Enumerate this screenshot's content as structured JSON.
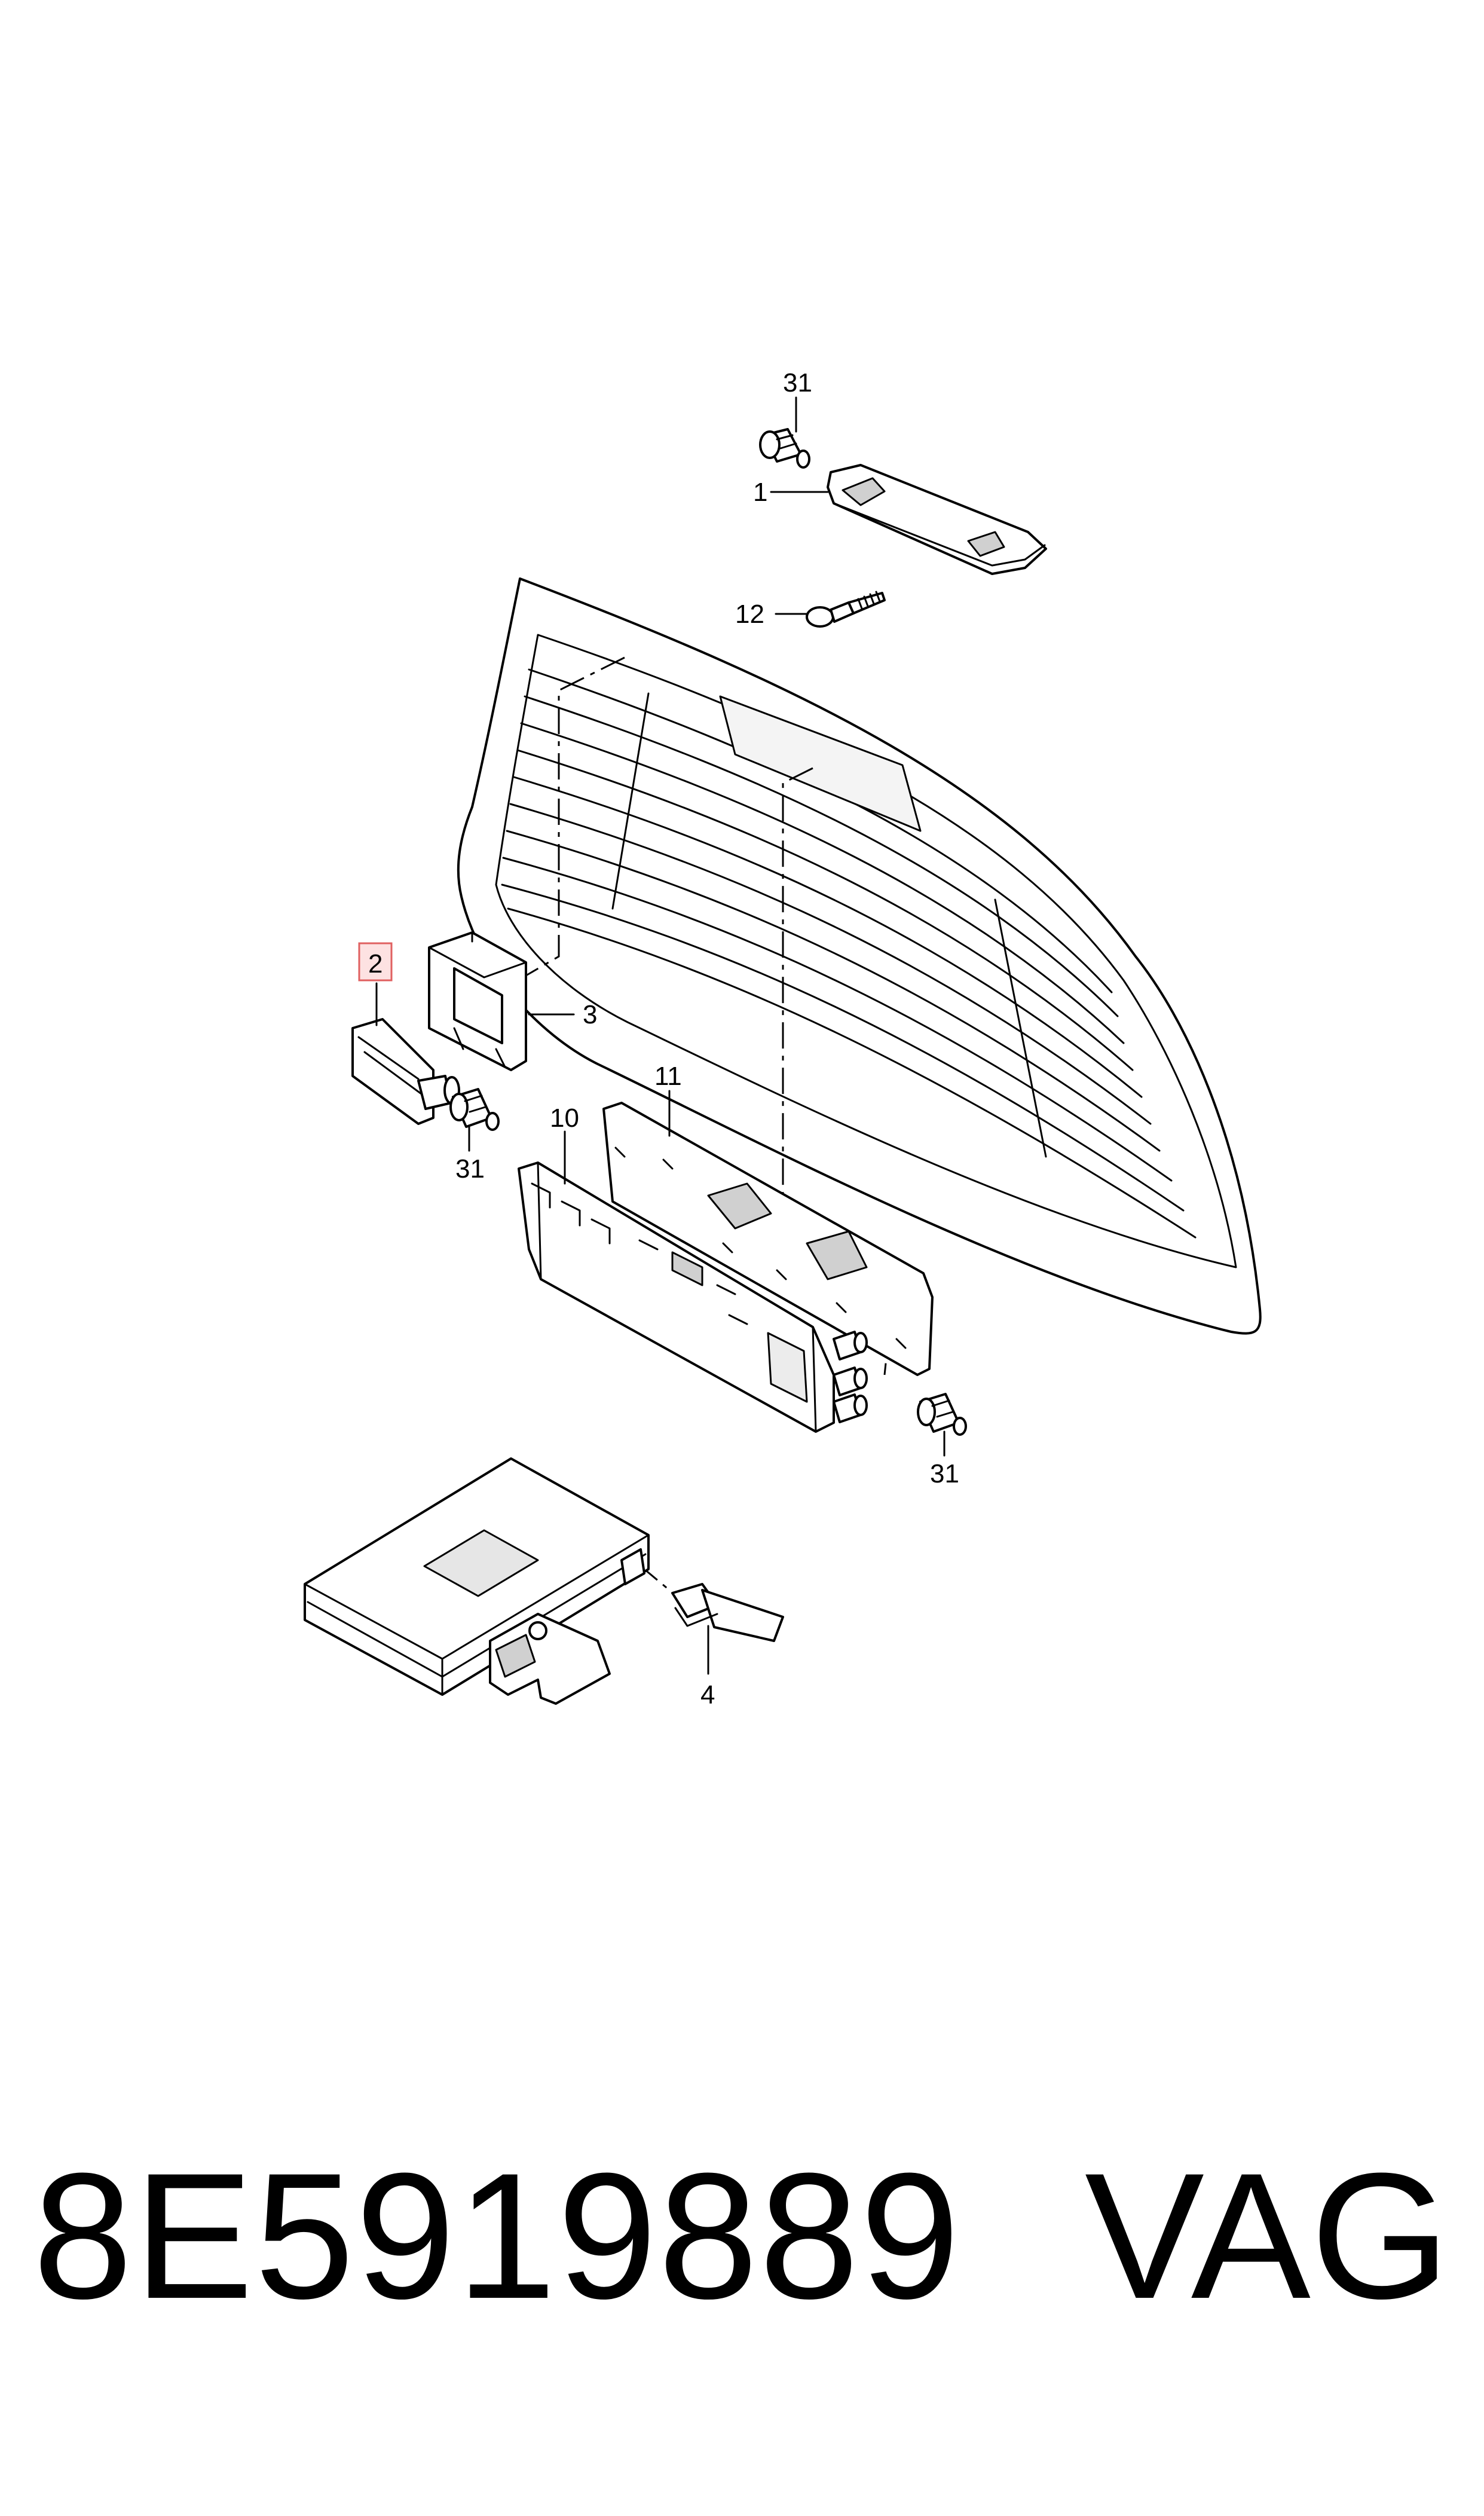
{
  "callouts": {
    "c31_top": "31",
    "c1": "1",
    "c12": "12",
    "c2": "2",
    "c3": "3",
    "c31_left": "31",
    "c11": "11",
    "c10": "10",
    "c31_right": "31",
    "c4": "4"
  },
  "highlighted_callout": "2",
  "colors": {
    "line": "#000000",
    "highlight_fill": "#fde2e2",
    "highlight_border": "#e06060"
  },
  "footer": {
    "part_number": "8E5919889",
    "brand": "VAG"
  }
}
